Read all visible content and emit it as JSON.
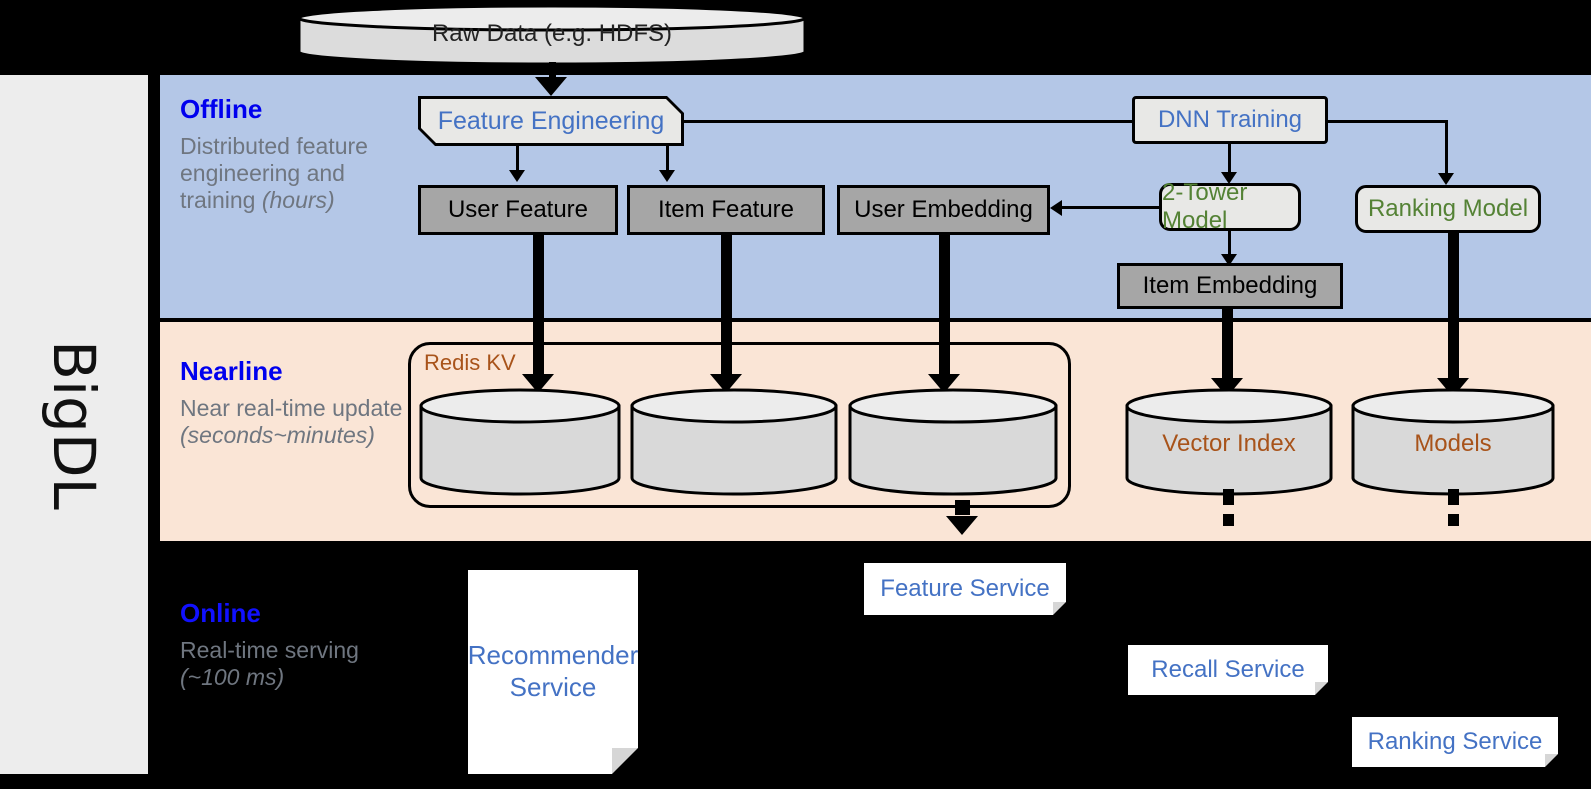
{
  "framework": {
    "name": "BigDL"
  },
  "stages": [
    {
      "id": "offline",
      "title": "Offline",
      "desc_main": "Distributed feature engineering and training ",
      "desc_em": "(hours)",
      "band_color": "#b4c7e7"
    },
    {
      "id": "nearline",
      "title": "Nearline",
      "desc_main": "Near real-time update ",
      "desc_em": "(seconds~minutes)",
      "band_color": "#fae5d6"
    },
    {
      "id": "online",
      "title": "Online",
      "desc_main": "Real-time serving ",
      "desc_em": "(~100 ms)",
      "band_color": "#000000"
    }
  ],
  "nodes": {
    "raw_data": "Raw Data (e.g. HDFS)",
    "feature_engineering": "Feature Engineering",
    "dnn_training": "DNN Training",
    "user_feature": "User Feature",
    "item_feature": "Item Feature",
    "user_embedding": "User Embedding",
    "two_tower_model": "2-Tower Model",
    "ranking_model": "Ranking Model",
    "item_embedding": "Item Embedding",
    "redis_kv": "Redis KV",
    "vector_index": "Vector Index",
    "models": "Models",
    "feature_service": "Feature Service",
    "recommender_service": "Recommender Service",
    "recall_service": "Recall Service",
    "ranking_service": "Ranking Service"
  },
  "colors": {
    "offline_band": "#b4c7e7",
    "nearline_band": "#fae5d6",
    "online_band": "#000000",
    "stage_title": "#0000ee",
    "stage_desc": "#6f7680",
    "model_green": "#548235",
    "service_blue": "#4472c4",
    "store_brown": "#a8531a",
    "gray_box": "#a6a6a6",
    "light_box": "#e8e8e6",
    "sidebar": "#ededed"
  }
}
